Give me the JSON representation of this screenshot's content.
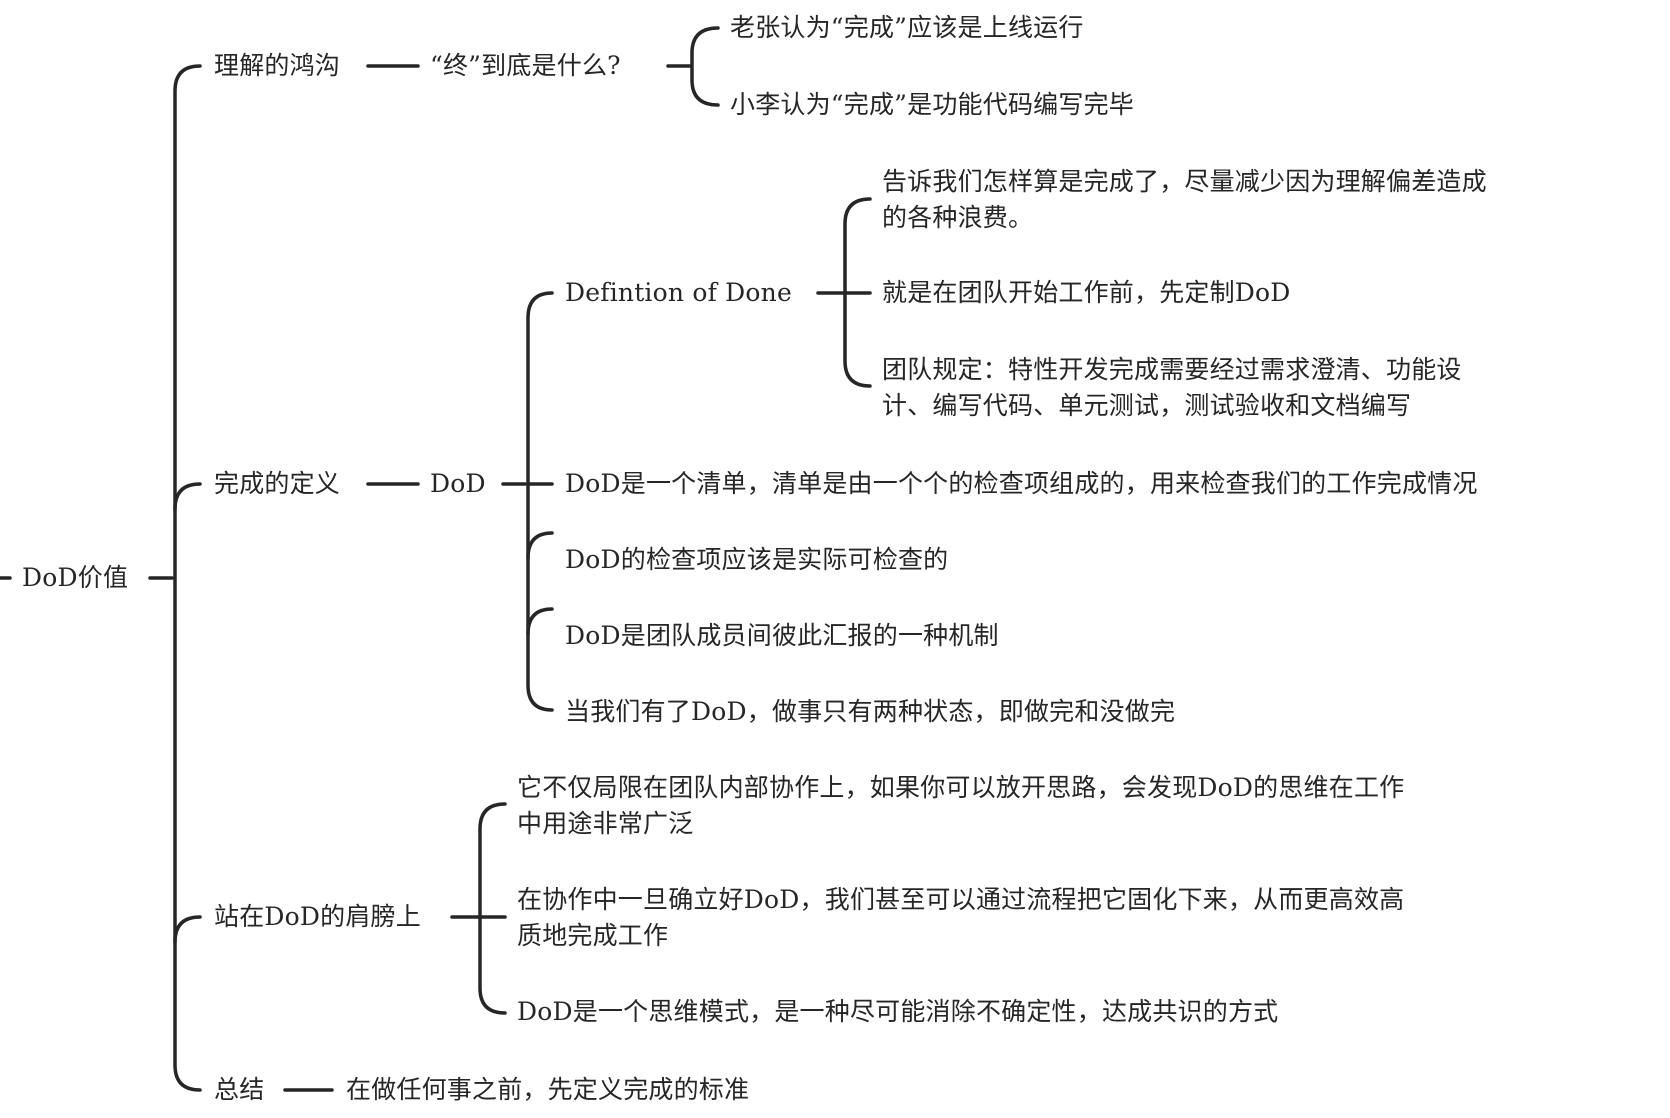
{
  "root": "DoD价值",
  "branches": {
    "gap": {
      "label": "理解的鸿沟",
      "question": "“终”到底是什么?",
      "views": [
        "老张认为“完成”应该是上线运行",
        "小李认为“完成”是功能代码编写完毕"
      ]
    },
    "definition": {
      "label": "完成的定义",
      "dod": "DoD",
      "defn": {
        "label": "Defintion of Done",
        "items": [
          "告诉我们怎样算是完成了，尽量减少因为理解偏差造成的各种浪费。",
          "就是在团队开始工作前，先定制DoD",
          "团队规定：特性开发完成需要经过需求澄清、功能设计、编写代码、单元测试，测试验收和文档编写"
        ]
      },
      "points": [
        "DoD是一个清单，清单是由一个个的检查项组成的，用来检查我们的工作完成情况",
        "DoD的检查项应该是实际可检查的",
        "DoD是团队成员间彼此汇报的一种机制",
        "当我们有了DoD，做事只有两种状态，即做完和没做完"
      ]
    },
    "shoulders": {
      "label": "站在DoD的肩膀上",
      "items": [
        "它不仅局限在团队内部协作上，如果你可以放开思路，会发现DoD的思维在工作中用途非常广泛",
        "在协作中一旦确立好DoD，我们甚至可以通过流程把它固化下来，从而更高效高质地完成工作",
        "DoD是一个思维模式，是一种尽可能消除不确定性，达成共识的方式"
      ]
    },
    "summary": {
      "label": "总结",
      "text": "在做任何事之前，先定义完成的标准"
    }
  }
}
